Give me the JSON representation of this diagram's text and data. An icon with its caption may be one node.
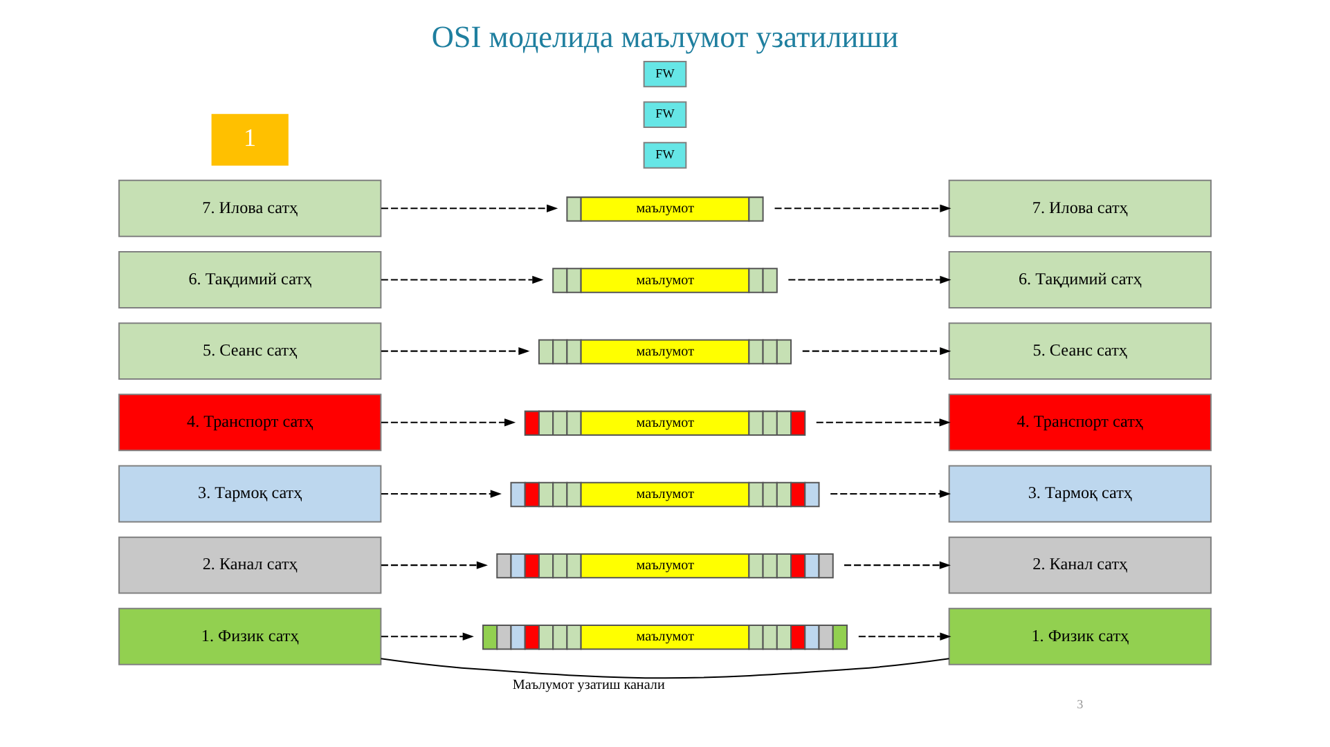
{
  "diagram": {
    "title": "OSI моделида маълумот узатилиши",
    "nodes": [
      {
        "text": [
          "7. Илова сатҳ"
        ]
      },
      {
        "text": [
          "6. Тақдимий сатҳ"
        ]
      },
      {
        "text": [
          "5. Сеанс сатҳ"
        ]
      },
      {
        "text": [
          "4. Транспорт сатҳ"
        ]
      },
      {
        "text": [
          "3. Тармоқ сатҳ"
        ]
      },
      {
        "text": [
          "2. Канал сатҳ"
        ]
      },
      {
        "text": [
          "1. Физик сатҳ"
        ]
      },
      {
        "text": [
          "маълумот"
        ]
      },
      {
        "text": [
          "маълумот"
        ]
      },
      {
        "text": [
          "маълумот"
        ]
      },
      {
        "text": [
          "маълумот"
        ]
      },
      {
        "text": [
          "маълумот"
        ]
      },
      {
        "text": [
          "маълумот"
        ]
      },
      {
        "text": [
          "маълумот"
        ]
      },
      {
        "text": [
          "7. Илова сатҳ"
        ]
      },
      {
        "text": [
          "6. Тақдимий сатҳ"
        ]
      },
      {
        "text": [
          "5. Сеанс сатҳ"
        ]
      },
      {
        "text": [
          "4. Транспорт сатҳ"
        ]
      },
      {
        "text": [
          "3. Тармоқ сатҳ"
        ]
      },
      {
        "text": [
          "2. Канал сатҳ"
        ]
      },
      {
        "text": [
          "1. Физик сатҳ"
        ]
      },
      {
        "text": [
          "FW"
        ]
      },
      {
        "text": [
          "FW"
        ]
      },
      {
        "text": [
          "FW"
        ]
      }
    ],
    "edges": [
      {
        "from": 0,
        "to": 7,
        "arrow": "to",
        "style": "dashed"
      },
      {
        "from": 1,
        "to": 8,
        "arrow": "to",
        "style": "dashed"
      },
      {
        "from": 2,
        "to": 9,
        "arrow": "to",
        "style": "dashed"
      },
      {
        "from": 3,
        "to": 10,
        "arrow": "to",
        "style": "dashed"
      },
      {
        "from": 4,
        "to": 11,
        "arrow": "to",
        "style": "dashed"
      },
      {
        "from": 5,
        "to": 12,
        "arrow": "to",
        "style": "dashed"
      },
      {
        "from": 6,
        "to": 13,
        "arrow": "to",
        "style": "dashed"
      },
      {
        "from": 7,
        "to": 14,
        "arrow": "to",
        "style": "dashed"
      },
      {
        "from": 8,
        "to": 15,
        "arrow": "to",
        "style": "dashed"
      },
      {
        "from": 9,
        "to": 16,
        "arrow": "to",
        "style": "dashed"
      },
      {
        "from": 10,
        "to": 17,
        "arrow": "to",
        "style": "dashed"
      },
      {
        "from": 11,
        "to": 18,
        "arrow": "to",
        "style": "dashed"
      },
      {
        "from": 12,
        "to": 19,
        "arrow": "to",
        "style": "dashed"
      },
      {
        "from": 13,
        "to": 20,
        "arrow": "to",
        "style": "dashed"
      },
      {
        "from": 6,
        "to": 20,
        "arrow": "none",
        "label": "Маълумот узатиш канали"
      }
    ],
    "labels": [
      "1",
      "3"
    ]
  }
}
